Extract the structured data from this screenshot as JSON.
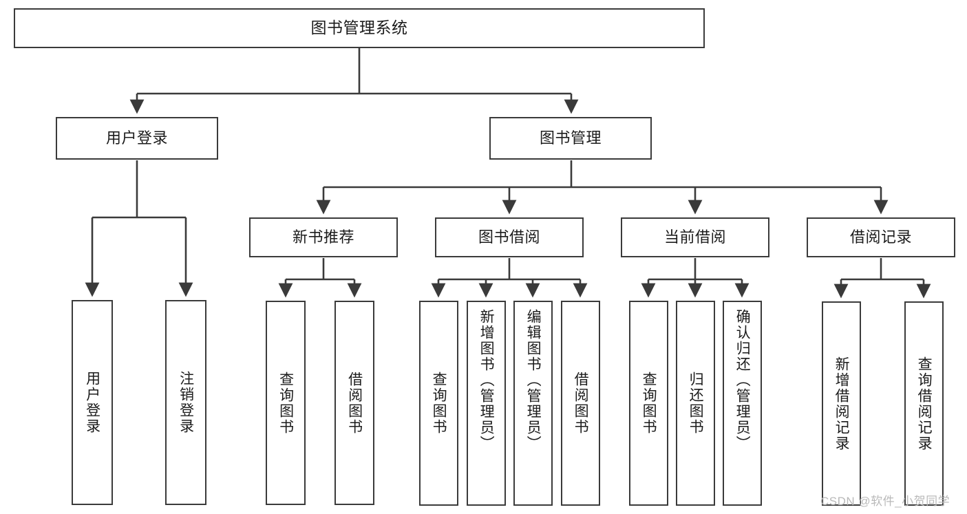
{
  "diagram": {
    "type": "tree-hierarchy",
    "title": "图书管理系统",
    "watermark": "CSDN @软件_小贺同学",
    "colors": {
      "box_border": "#3a3a3a",
      "box_fill": "#ffffff",
      "edge": "#3a3a3a",
      "text": "#1b1b1b",
      "watermark": "#b9b9b9"
    },
    "nodes": {
      "root": {
        "label": "图书管理系统"
      },
      "level1": [
        {
          "id": "user-login",
          "label": "用户登录"
        },
        {
          "id": "book-manage",
          "label": "图书管理"
        }
      ],
      "level2": [
        {
          "id": "new-book-recommend",
          "label": "新书推荐"
        },
        {
          "id": "book-borrow",
          "label": "图书借阅"
        },
        {
          "id": "current-borrow",
          "label": "当前借阅"
        },
        {
          "id": "borrow-record",
          "label": "借阅记录"
        }
      ],
      "leaves": {
        "user-login": [
          {
            "id": "leaf-user-login",
            "label": "用户登录"
          },
          {
            "id": "leaf-logout-login",
            "label": "注销登录"
          }
        ],
        "new-book-recommend": [
          {
            "id": "leaf-query-book-1",
            "label": "查询图书"
          },
          {
            "id": "leaf-borrow-book-1",
            "label": "借阅图书"
          }
        ],
        "book-borrow": [
          {
            "id": "leaf-query-book-2",
            "label": "查询图书"
          },
          {
            "id": "leaf-add-book-admin",
            "label": "新增图书（管理员）"
          },
          {
            "id": "leaf-edit-book-admin",
            "label": "编辑图书（管理员）"
          },
          {
            "id": "leaf-borrow-book-2",
            "label": "借阅图书"
          }
        ],
        "current-borrow": [
          {
            "id": "leaf-query-book-3",
            "label": "查询图书"
          },
          {
            "id": "leaf-return-book",
            "label": "归还图书"
          },
          {
            "id": "leaf-confirm-return-admin",
            "label": "确认归还（管理员）"
          }
        ],
        "borrow-record": [
          {
            "id": "leaf-add-borrow-record",
            "label": "新增借阅记录"
          },
          {
            "id": "leaf-query-borrow-record",
            "label": "查询借阅记录"
          }
        ]
      }
    }
  }
}
